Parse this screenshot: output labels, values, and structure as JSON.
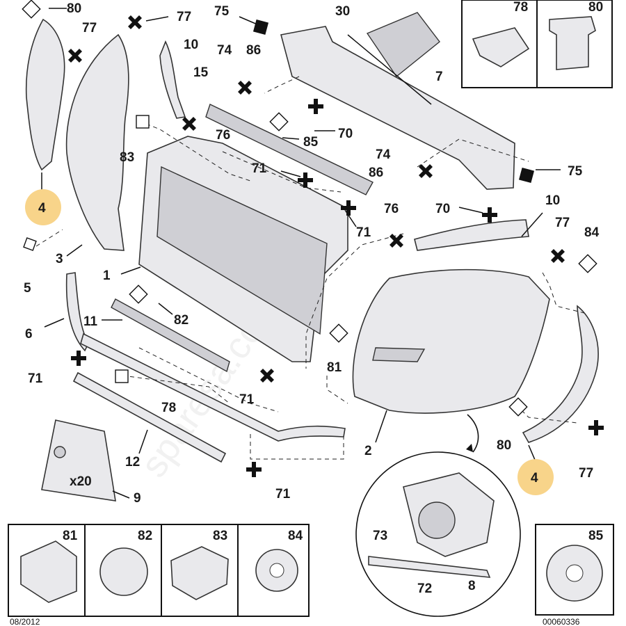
{
  "labels": {
    "l80_top": "80",
    "l77_topleft": "77",
    "l77_top": "77",
    "l75_top": "75",
    "l30": "30",
    "l10_top": "10",
    "l74_top": "74",
    "l86_top": "86",
    "l15": "15",
    "l7": "7",
    "l70_top": "70",
    "l83": "83",
    "l76_top": "76",
    "l85_mid": "85",
    "l74_right": "74",
    "l86_right": "86",
    "l75_right": "75",
    "l71_mid": "71",
    "l4_left": "4",
    "l76_right": "76",
    "l71_right": "71",
    "l70_right": "70",
    "l10_right": "10",
    "l77_right": "77",
    "l84_right": "84",
    "l5": "5",
    "l3": "3",
    "l1": "1",
    "l6": "6",
    "l11": "11",
    "l82_mid": "82",
    "l81_mid": "81",
    "l71_left": "71",
    "l71_center": "71",
    "l78_mid": "78",
    "l2": "2",
    "l12": "12",
    "l80_right": "80",
    "l4_right": "4",
    "l77_bottom": "77",
    "l9": "9",
    "x20": "x20",
    "l71_bottom": "71",
    "l73": "73",
    "l72": "72",
    "l8": "8"
  },
  "inset_boxes": {
    "top_right": [
      {
        "num": "78"
      },
      {
        "num": "80"
      }
    ],
    "bottom_left": [
      {
        "num": "81"
      },
      {
        "num": "82"
      },
      {
        "num": "83"
      },
      {
        "num": "84"
      }
    ],
    "bottom_right": [
      {
        "num": "85"
      }
    ]
  },
  "footer": {
    "date_code": "08/2012",
    "doc_number": "00060336"
  },
  "watermark": "sparesa.co",
  "colors": {
    "highlight_orange": "#f8d48a",
    "highlight_blue": "#bcd0f2",
    "part_fill": "#e9e9ec",
    "line": "#111111"
  }
}
